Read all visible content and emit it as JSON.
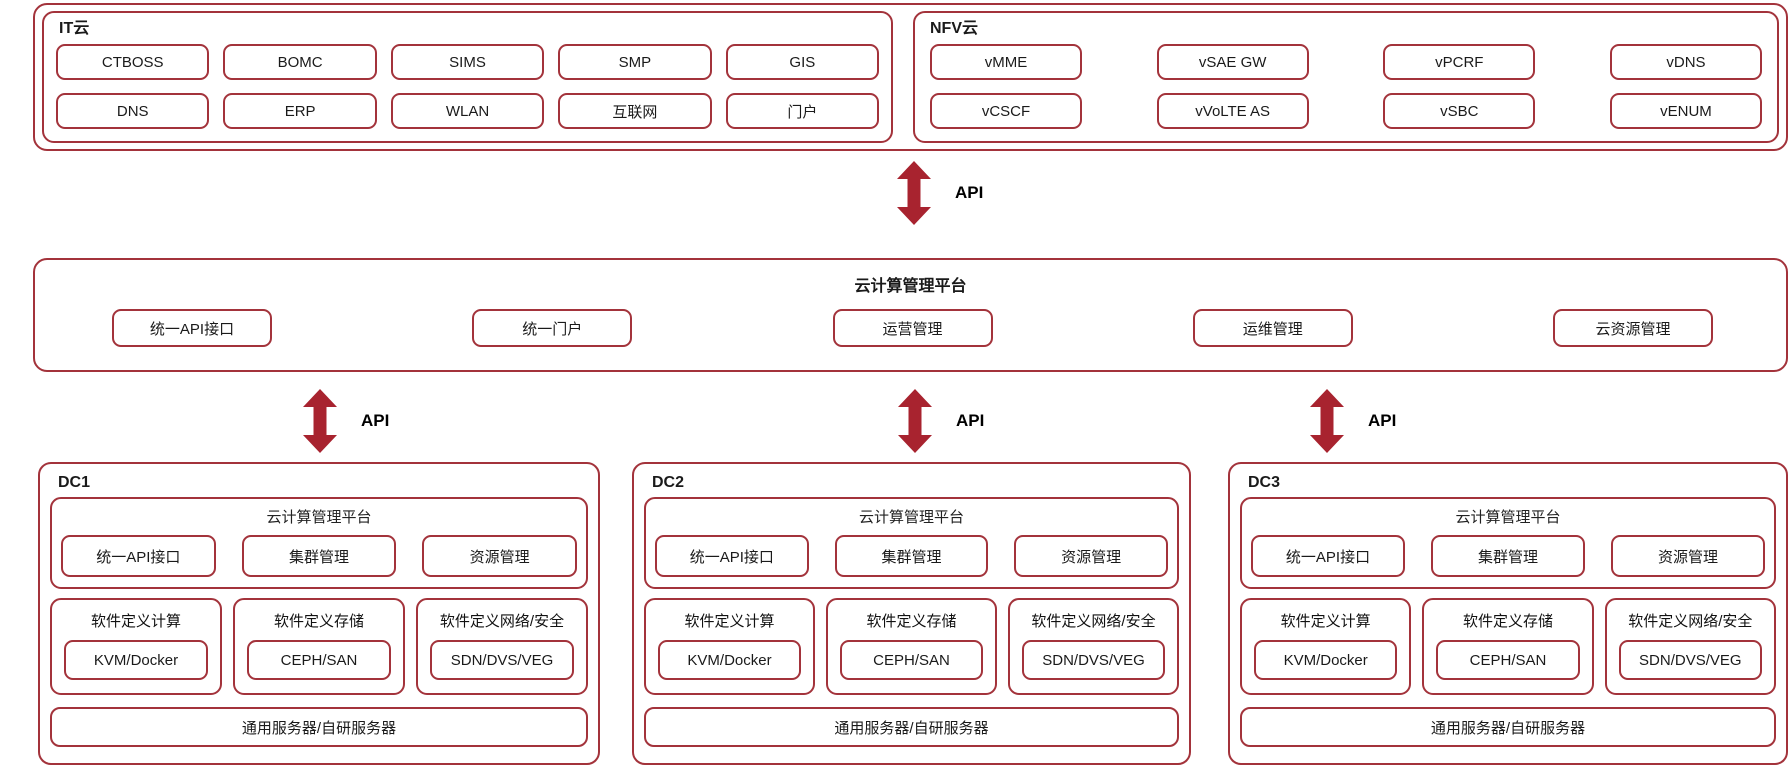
{
  "colors": {
    "border": "#A3333B",
    "arrow": "#A8232F",
    "text": "#1A1A1A",
    "background": "#FFFFFF"
  },
  "top_section": {
    "it_cloud": {
      "title": "IT云",
      "rows": [
        [
          "CTBOSS",
          "BOMC",
          "SIMS",
          "SMP",
          "GIS"
        ],
        [
          "DNS",
          "ERP",
          "WLAN",
          "互联网",
          "门户"
        ]
      ]
    },
    "nfv_cloud": {
      "title": "NFV云",
      "rows": [
        [
          "vMME",
          "vSAE GW",
          "vPCRF",
          "vDNS"
        ],
        [
          "vCSCF",
          "vVoLTE AS",
          "vSBC",
          "vENUM"
        ]
      ]
    }
  },
  "arrows": [
    {
      "label": "API"
    },
    {
      "label": "API"
    },
    {
      "label": "API"
    },
    {
      "label": "API"
    }
  ],
  "management_platform": {
    "title": "云计算管理平台",
    "buttons": [
      "统一API接口",
      "统一门户",
      "运营管理",
      "运维管理",
      "云资源管理"
    ]
  },
  "datacenters": [
    {
      "name": "DC1",
      "platform": {
        "title": "云计算管理平台",
        "buttons": [
          "统一API接口",
          "集群管理",
          "资源管理"
        ]
      },
      "sd_layers": [
        {
          "title": "软件定义计算",
          "tech": "KVM/Docker"
        },
        {
          "title": "软件定义存储",
          "tech": "CEPH/SAN"
        },
        {
          "title": "软件定义网络/安全",
          "tech": "SDN/DVS/VEG"
        }
      ],
      "server_bar": "通用服务器/自研服务器"
    },
    {
      "name": "DC2",
      "platform": {
        "title": "云计算管理平台",
        "buttons": [
          "统一API接口",
          "集群管理",
          "资源管理"
        ]
      },
      "sd_layers": [
        {
          "title": "软件定义计算",
          "tech": "KVM/Docker"
        },
        {
          "title": "软件定义存储",
          "tech": "CEPH/SAN"
        },
        {
          "title": "软件定义网络/安全",
          "tech": "SDN/DVS/VEG"
        }
      ],
      "server_bar": "通用服务器/自研服务器"
    },
    {
      "name": "DC3",
      "platform": {
        "title": "云计算管理平台",
        "buttons": [
          "统一API接口",
          "集群管理",
          "资源管理"
        ]
      },
      "sd_layers": [
        {
          "title": "软件定义计算",
          "tech": "KVM/Docker"
        },
        {
          "title": "软件定义存储",
          "tech": "CEPH/SAN"
        },
        {
          "title": "软件定义网络/安全",
          "tech": "SDN/DVS/VEG"
        }
      ],
      "server_bar": "通用服务器/自研服务器"
    }
  ]
}
